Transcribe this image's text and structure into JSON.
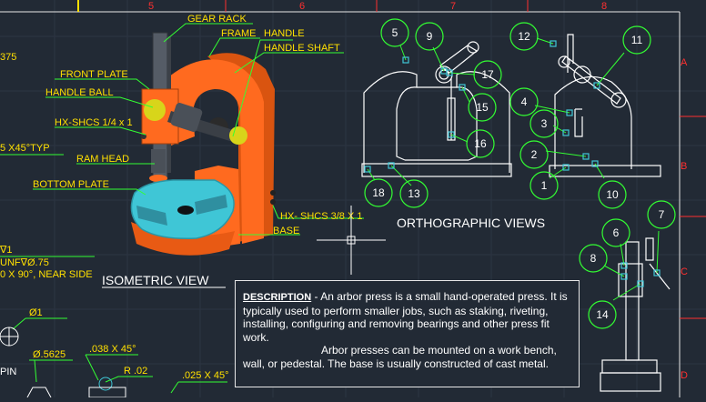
{
  "labels": {
    "gear_rack": "GEAR RACK",
    "frame": "FRAME",
    "handle": "HANDLE",
    "handle_shaft": "HANDLE SHAFT",
    "front_plate": "FRONT PLATE",
    "handle_ball": "HANDLE BALL",
    "hx_shcs_14": "HX-SHCS 1/4 x 1",
    "ram_head": "RAM HEAD",
    "bottom_plate": "BOTTOM PLATE",
    "hx_shcs_38": "HX- SHCS 3/8 X 1",
    "base": "BASE"
  },
  "titles": {
    "isometric": "ISOMETRIC VIEW",
    "orthographic": "ORTHOGRAPHIC VIEWS"
  },
  "column_numbers": [
    "5",
    "6",
    "7",
    "8"
  ],
  "row_letters": [
    "A",
    "B",
    "C",
    "D"
  ],
  "balloons": [
    "5",
    "9",
    "17",
    "15",
    "16",
    "18",
    "13",
    "12",
    "11",
    "4",
    "3",
    "2",
    "1",
    "10",
    "6",
    "7",
    "8",
    "14"
  ],
  "left_notes": {
    "n375": "375",
    "chamfer": "5 X45°TYP",
    "depth": "∇1",
    "thread": "UNF∇Ø.75",
    "countersink": "0 X 90°, NEAR SIDE",
    "dia1": "Ø1",
    "dia5625": "Ø.5625",
    "pin": "PIN",
    "ch038": ".038 X 45°",
    "radius": "R .02",
    "ch025": ".025 X 45°"
  },
  "description": {
    "heading": "DESCRIPTION",
    "dash": " -  ",
    "p1": "An arbor press is a small hand-operated press. It is typically used to perform smaller jobs, such as staking, riveting, installing, configuring and removing bearings and other press fit work.",
    "p2a": "Arbor presses can be mounted on a work",
    "p2b": "bench, wall, or pedestal. The base is usually constructed of cast metal."
  },
  "colors": {
    "background": "#222a35",
    "frame_orange": "#ff6a1f",
    "label_yellow": "#ffe000",
    "balloon_green": "#33ff33",
    "border_red": "#ff3030",
    "plate_cyan": "#3fc6d6"
  }
}
